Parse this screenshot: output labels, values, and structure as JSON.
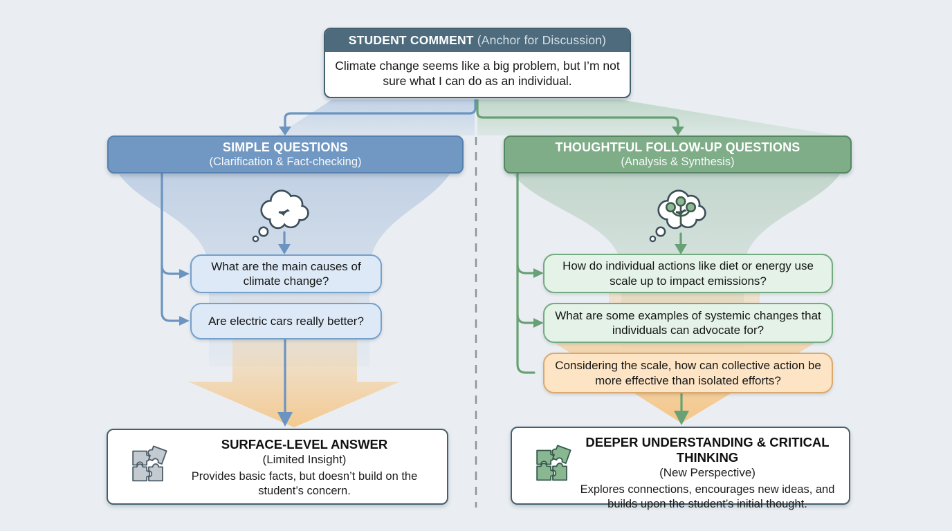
{
  "anchor": {
    "title": "STUDENT COMMENT",
    "subtitle": "(Anchor for Discussion)",
    "body": "Climate change seems like a big problem, but I’m not sure what I can do as an individual."
  },
  "left_branch": {
    "header": {
      "title": "SIMPLE QUESTIONS",
      "subtitle": "(Clarification & Fact-checking)"
    },
    "icon": "thought-cloud-icon",
    "questions": [
      "What are the main causes of climate change?",
      "Are electric cars really better?"
    ],
    "outcome": {
      "icon": "puzzle-pieces-icon",
      "title": "SURFACE-LEVEL ANSWER",
      "subtitle": "(Limited Insight)",
      "description": "Provides basic facts, but doesn’t build on the student’s concern."
    }
  },
  "right_branch": {
    "header": {
      "title": "THOUGHTFUL FOLLOW-UP QUESTIONS",
      "subtitle": "(Analysis & Synthesis)"
    },
    "icon": "idea-branching-cloud-icon",
    "questions": [
      "How do individual actions like diet or energy use scale up to impact emissions?",
      "What are some examples of systemic changes that individuals can advocate for?",
      "Considering the scale, how can collective action be more effective than isolated efforts?"
    ],
    "highlight_question_index": 2,
    "outcome": {
      "icon": "puzzle-pieces-icon",
      "title": "DEEPER UNDERSTANDING & CRITICAL THINKING",
      "subtitle": "(New Perspective)",
      "description": "Explores connections, encourages new ideas, and builds upon the student’s initial thought."
    }
  },
  "colors": {
    "background": "#eaeef2",
    "anchor_header": "#4d6b7c",
    "blue_header": "#7098c3",
    "blue_box_fill": "#dde9f6",
    "blue_accent": "#6b94c0",
    "green_header": "#7ead88",
    "green_box_fill": "#e4f2e7",
    "green_accent": "#68a175",
    "orange_box_fill": "#fde4c4",
    "orange_border": "#dca96d",
    "funnel_orange": "#f6c583",
    "divider_gray": "#8d949c"
  }
}
